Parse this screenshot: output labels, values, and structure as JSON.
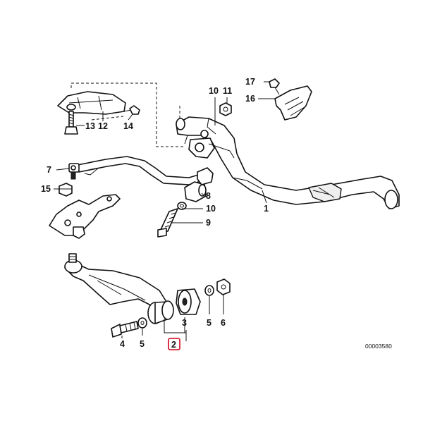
{
  "diagram": {
    "callouts": {
      "p1": "1",
      "p2": "2",
      "p3": "3",
      "p4": "4",
      "p5a": "5",
      "p5b": "5",
      "p6": "6",
      "p7": "7",
      "p8": "8",
      "p9": "9",
      "p10a": "10",
      "p10b": "10",
      "p11": "11",
      "p12": "12",
      "p13": "13",
      "p14": "14",
      "p15": "15",
      "p16": "16",
      "p17": "17"
    },
    "reference_number": "00003580",
    "highlighted_part": "2",
    "highlight_color": "#d0021b"
  }
}
